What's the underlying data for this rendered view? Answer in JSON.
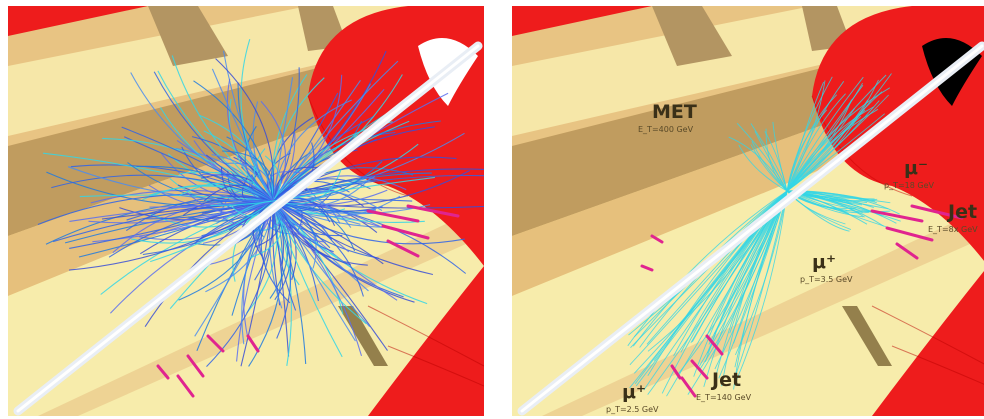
{
  "panels": [
    {
      "id": "left",
      "labels": []
    },
    {
      "id": "right",
      "labels": [
        {
          "name": "met",
          "title": "MET",
          "sub": "E_T=400 GeV"
        },
        {
          "name": "muon-top",
          "title": "μ⁻",
          "sub": "p_T=18 GeV"
        },
        {
          "name": "jet-right",
          "title": "Jet",
          "sub": "E_T=8x GeV"
        },
        {
          "name": "muon-mid",
          "title": "μ⁺",
          "sub": "p_T=3.5 GeV"
        },
        {
          "name": "jet-bottom",
          "title": "Jet",
          "sub": "E_T=140 GeV"
        },
        {
          "name": "muon-bottom",
          "title": "μ⁺",
          "sub": "p_T=2.5 GeV"
        }
      ]
    }
  ],
  "colors": {
    "calorimeter": "#ee1c1c",
    "cream": "#f7ecab",
    "tan": "#e3ba7c",
    "brown": "#b59a5e",
    "beam": "#e9eef5",
    "tracks_dense": "#2f63e8",
    "tracks_light": "#33d6e6",
    "deposits": "#e0248f"
  }
}
